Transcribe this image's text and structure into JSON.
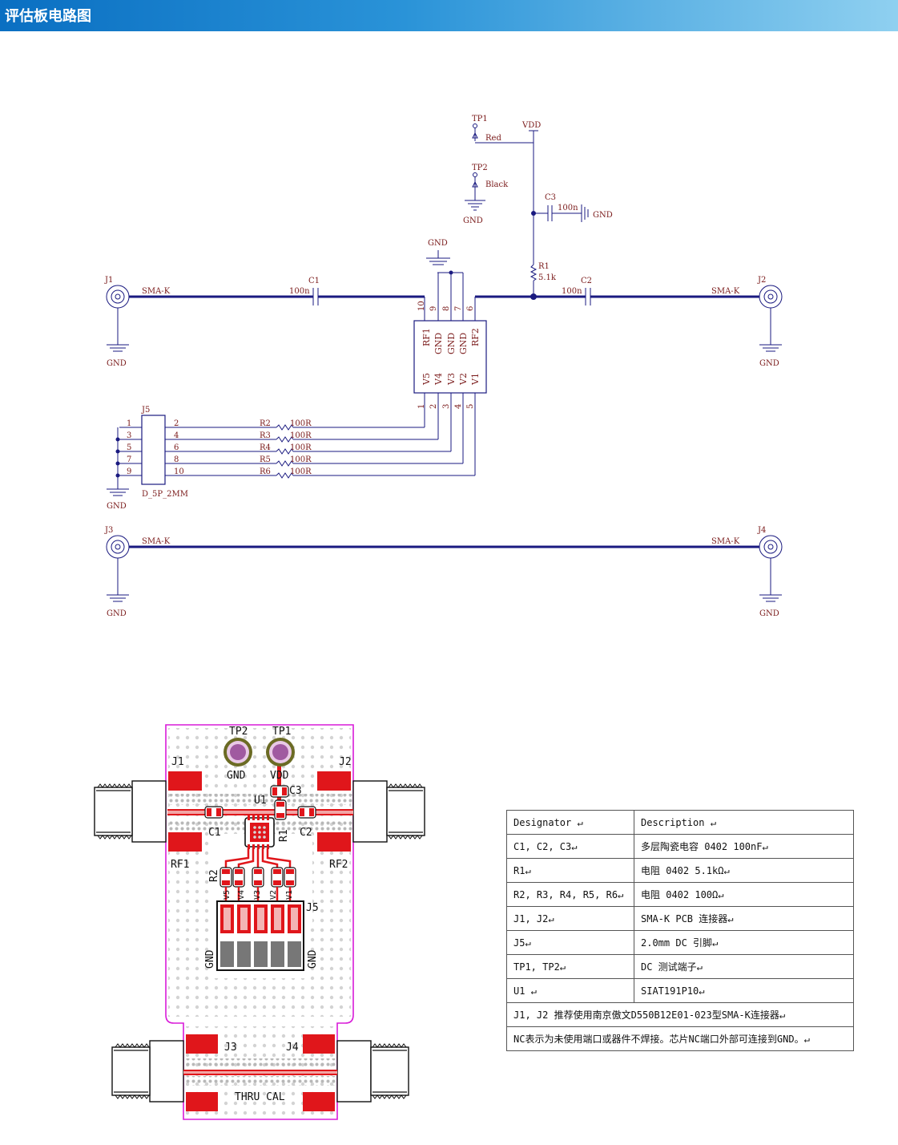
{
  "header": {
    "title": "评估板电路图"
  },
  "schematic": {
    "tp1": "TP1",
    "tp1_color": "Red",
    "tp2": "TP2",
    "tp2_color": "Black",
    "vdd": "VDD",
    "c3": "C3",
    "c3_value": "100n",
    "c3_gnd": "GND",
    "gnd": "GND",
    "r1": "R1",
    "r1_value": "5.1k",
    "j1": "J1",
    "j2": "J2",
    "j3": "J3",
    "j4": "J4",
    "j5": "J5",
    "sma": "SMA-K",
    "c1": "C1",
    "c1_value": "100n",
    "c2": "C2",
    "c2_value": "100n",
    "ic_top_pins": [
      "10",
      "9",
      "8",
      "7",
      "6"
    ],
    "ic_top_labels": [
      "RF1",
      "GND",
      "GND",
      "GND",
      "RF2"
    ],
    "ic_bottom_labels": [
      "V5",
      "V4",
      "V3",
      "V2",
      "V1"
    ],
    "ic_bottom_pins": [
      "1",
      "2",
      "3",
      "4",
      "5"
    ],
    "j5_left_pins": [
      "1",
      "3",
      "5",
      "7",
      "9"
    ],
    "j5_right_pins": [
      "2",
      "4",
      "6",
      "8",
      "10"
    ],
    "j5_part": "D_5P_2MM",
    "resistors": [
      {
        "name": "R2",
        "value": "100R"
      },
      {
        "name": "R3",
        "value": "100R"
      },
      {
        "name": "R4",
        "value": "100R"
      },
      {
        "name": "R5",
        "value": "100R"
      },
      {
        "name": "R6",
        "value": "100R"
      }
    ]
  },
  "pcb": {
    "tp2": "TP2",
    "tp1": "TP1",
    "gnd": "GND",
    "vdd": "VDD",
    "j1": "J1",
    "j2": "J2",
    "j3": "J3",
    "j4": "J4",
    "j5": "J5",
    "c1": "C1",
    "c2": "C2",
    "c3": "C3",
    "u1": "U1",
    "r1": "R1",
    "r2": "R2",
    "rf1": "RF1",
    "rf2": "RF2",
    "pin_labels": [
      "V5",
      "V4",
      "V3",
      "V2",
      "V1"
    ],
    "thru": "THRU CAL"
  },
  "bom": {
    "header": {
      "designator": "Designator ↵",
      "description": "Description ↵"
    },
    "rows": [
      {
        "designator": "C1, C2, C3↵",
        "description": "多层陶瓷电容 0402 100nF↵"
      },
      {
        "designator": "R1↵",
        "description": "电阻 0402 5.1kΩ↵"
      },
      {
        "designator": "R2, R3, R4, R5, R6↵",
        "description": "电阻 0402 100Ω↵"
      },
      {
        "designator": "J1, J2↵",
        "description": "SMA-K PCB 连接器↵"
      },
      {
        "designator": "J5↵",
        "description": "2.0mm DC 引脚↵"
      },
      {
        "designator": "TP1, TP2↵",
        "description": "DC 测试端子↵"
      },
      {
        "designator": "U1 ↵",
        "description": "SIAT191P10↵"
      }
    ],
    "notes": [
      "J1, J2 推荐使用南京傲文D550B12E01-023型SMA-K连接器↵",
      "NC表示为未使用端口或器件不焊接。芯片NC端口外部可连接到GND。↵"
    ]
  }
}
